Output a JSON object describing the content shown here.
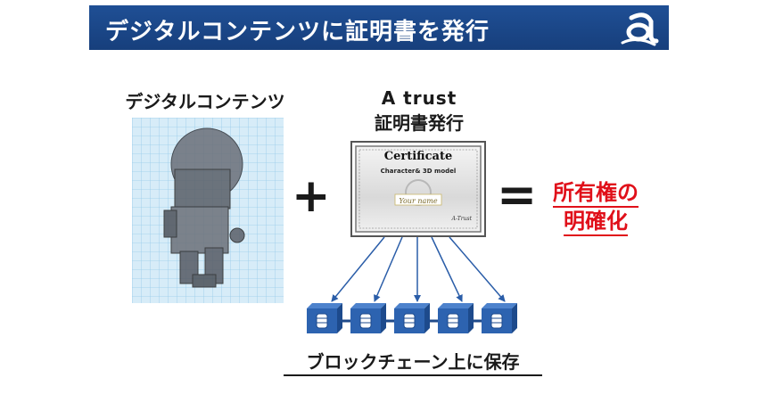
{
  "header": {
    "title": "デジタルコンテンツに証明書を発行"
  },
  "left": {
    "label": "デジタルコンテンツ"
  },
  "center": {
    "label_line1": "A trust",
    "label_line2": "証明書発行",
    "certificate": {
      "title": "Certificate",
      "subtitle": "Character& 3D model",
      "name": "Your name",
      "signature": "A-Trust"
    }
  },
  "operators": {
    "plus": "+",
    "equals": "="
  },
  "result": {
    "line1": "所有権の",
    "line2": "明確化"
  },
  "bottom": {
    "label": "ブロックチェーン上に保存"
  },
  "colors": {
    "header_bg": "#1c4a8e",
    "arrow": "#2a5da8",
    "result_text": "#e0101a",
    "block_fill": "#2d63b0"
  },
  "icons": {
    "logo": "a-trust-logo",
    "block": "database-block-icon"
  }
}
